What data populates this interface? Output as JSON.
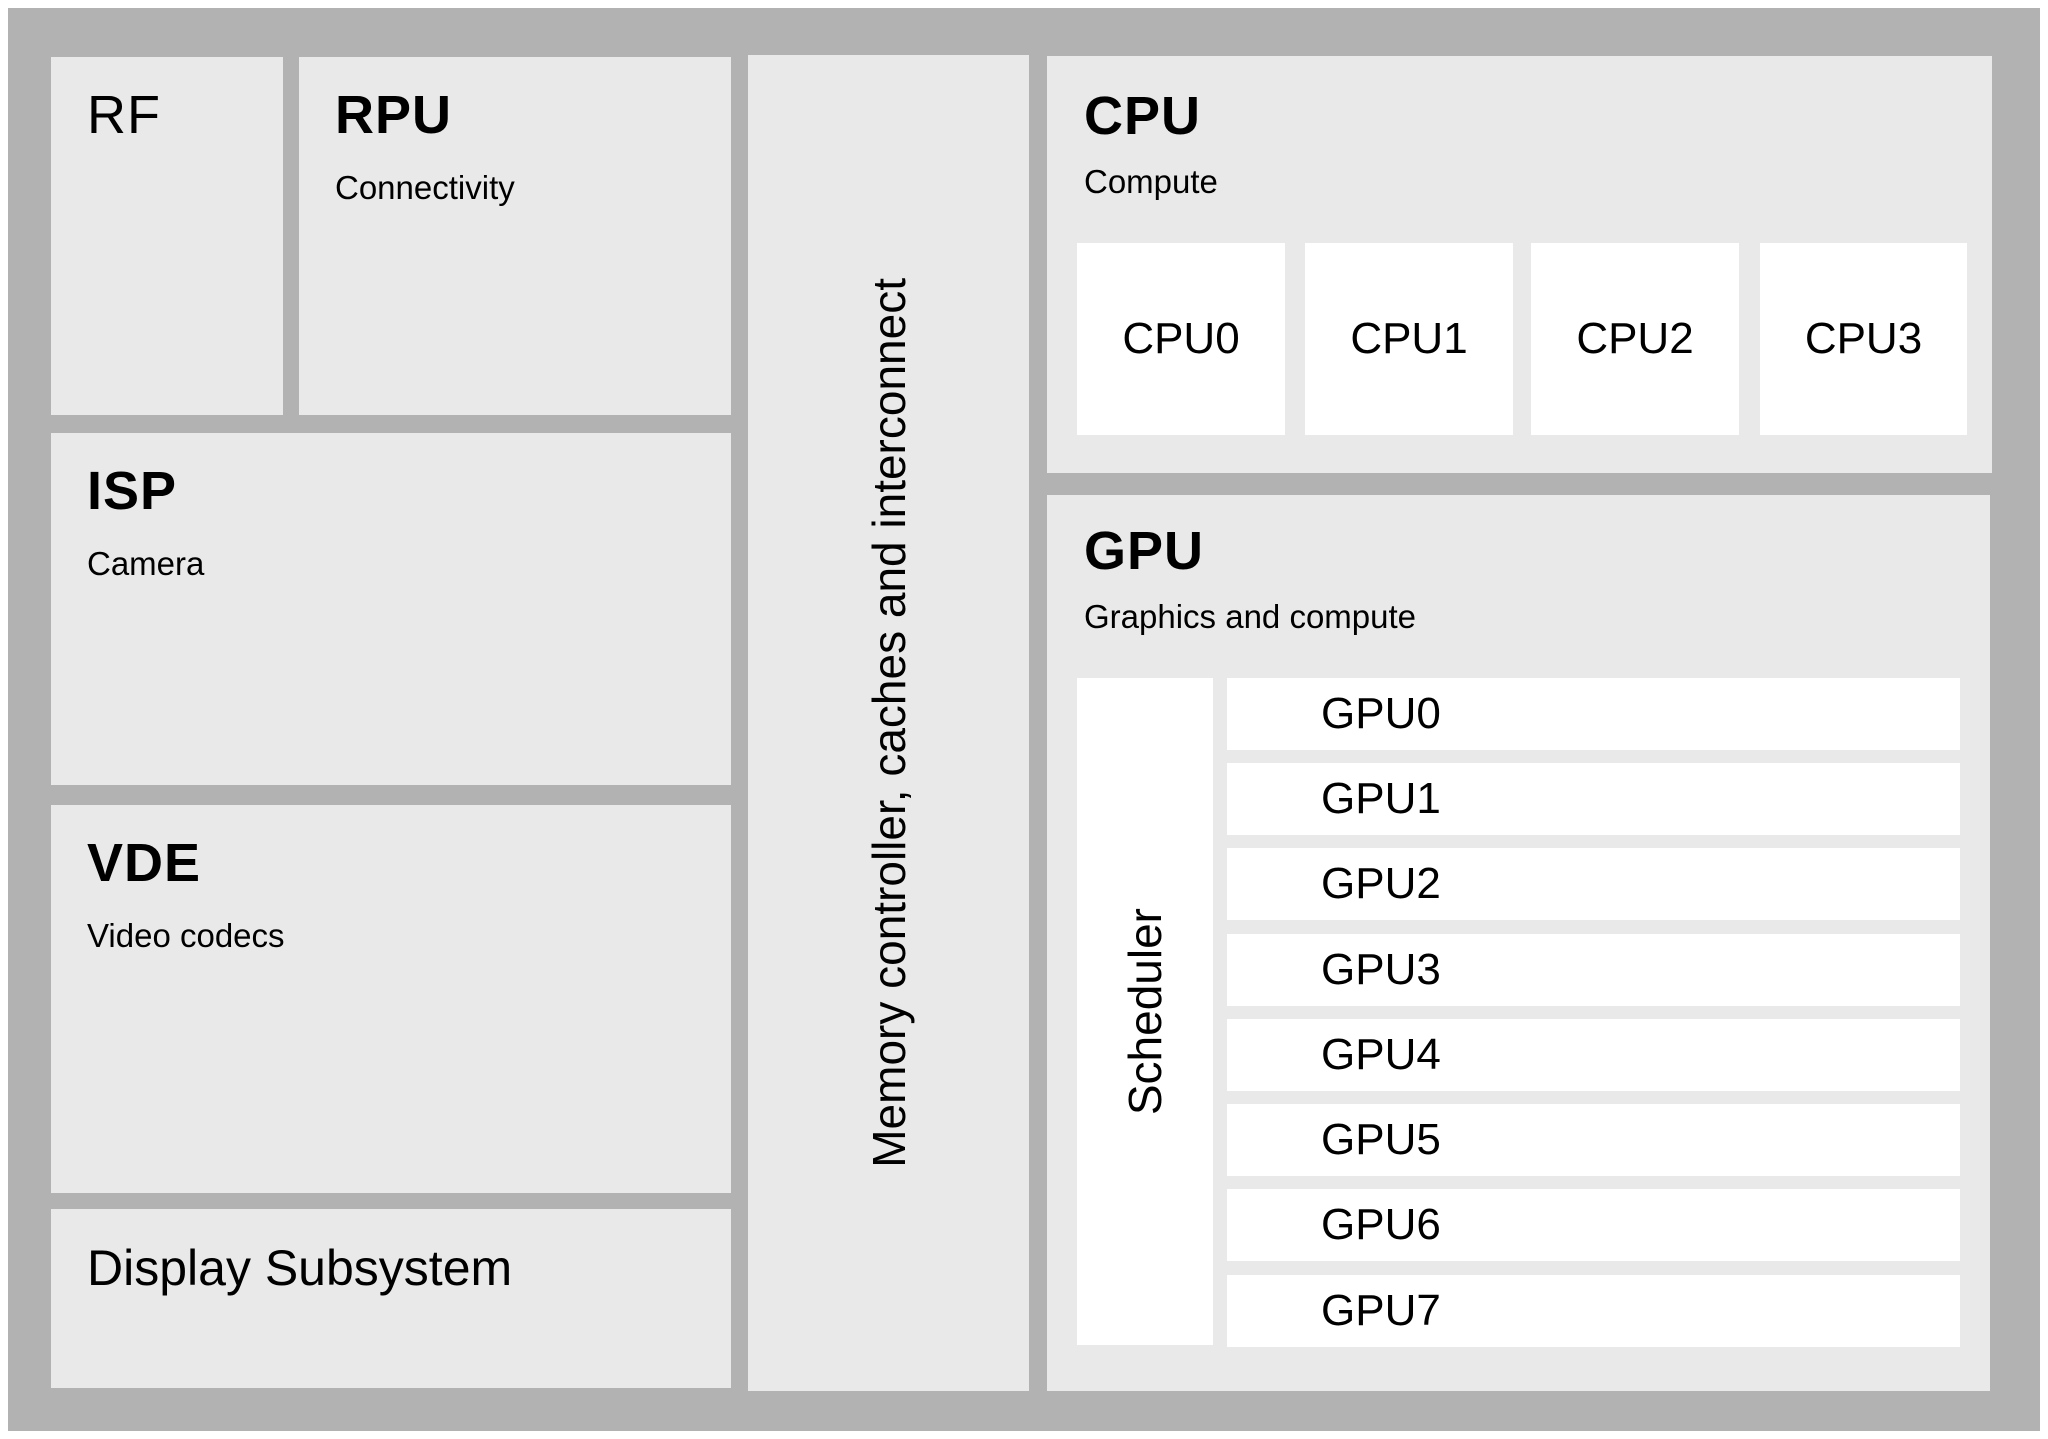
{
  "soc": {
    "blocks": {
      "rf": {
        "title": "RF"
      },
      "rpu": {
        "title": "RPU",
        "subtitle": "Connectivity"
      },
      "isp": {
        "title": "ISP",
        "subtitle": "Camera"
      },
      "vde": {
        "title": "VDE",
        "subtitle": "Video codecs"
      },
      "display": {
        "title": "Display Subsystem"
      }
    },
    "interconnect": {
      "label": "Memory controller, caches and interconnect"
    },
    "cpu": {
      "title": "CPU",
      "subtitle": "Compute",
      "cores": [
        "CPU0",
        "CPU1",
        "CPU2",
        "CPU3"
      ]
    },
    "gpu": {
      "title": "GPU",
      "subtitle": "Graphics and compute",
      "scheduler_label": "Scheduler",
      "cores": [
        "GPU0",
        "GPU1",
        "GPU2",
        "GPU3",
        "GPU4",
        "GPU5",
        "GPU6",
        "GPU7"
      ]
    },
    "colors": {
      "page_background": "#ffffff",
      "panel_gray": "#b2b2b2",
      "block_gray": "#e9e9e9",
      "core_white": "#ffffff",
      "text": "#000000"
    }
  }
}
